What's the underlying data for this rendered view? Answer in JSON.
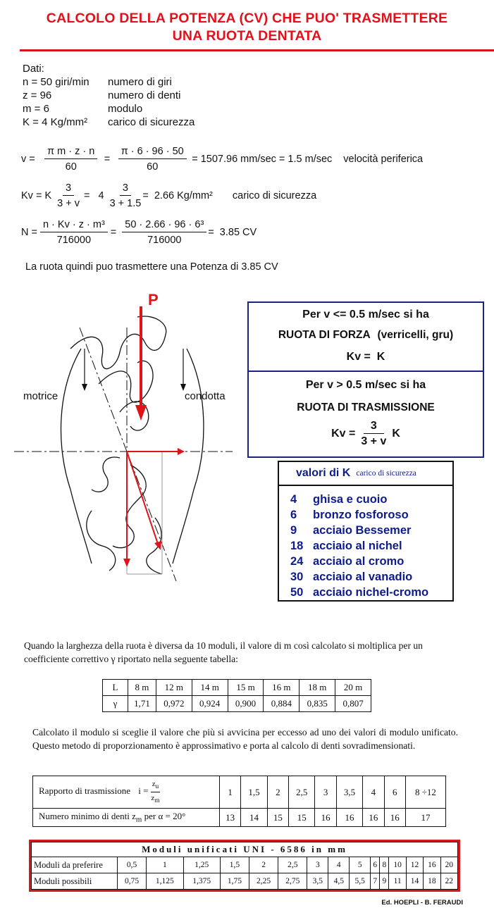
{
  "title": {
    "line1": "CALCOLO DELLA POTENZA (CV) CHE PUO' TRASMETTERE",
    "line2": "UNA RUOTA DENTATA"
  },
  "dati": {
    "heading": "Dati:",
    "rows": [
      {
        "k": "n = 50 giri/min",
        "v": "numero di giri"
      },
      {
        "k": "z = 96",
        "v": "numero di denti"
      },
      {
        "k": "m = 6",
        "v": "modulo"
      },
      {
        "k": "K  = 4 Kg/mm²",
        "v": "carico di sicurezza"
      }
    ]
  },
  "eq_v": {
    "lhs": "v =",
    "num1": "π  m · z · n",
    "den1": "60",
    "eq": "=",
    "num2": "π · 6 · 96 · 50",
    "den2": "60",
    "result": "= 1507.96 mm/sec = 1.5 m/sec",
    "note": "velocità periferica"
  },
  "eq_kv": {
    "lhs": "Kv =  K",
    "num1": "3",
    "den1": "3 + v",
    "mid": "=   4",
    "num2": "3",
    "den2": "3 + 1.5",
    "result": "=  2.66 Kg/mm²",
    "note": "carico di sicurezza"
  },
  "eq_n": {
    "lhs": "N =",
    "num1": "n · Kv · z · m³",
    "den1": "716000",
    "eq": "=",
    "num2": "50 · 2.66 · 96 · 6³",
    "den2": "716000",
    "result": "=  3.85 CV"
  },
  "conclusion": "La ruota quindi puo trasmettere una Potenza di 3.85 CV",
  "figure": {
    "force_label": "P",
    "left_label": "motrice",
    "right_label": "condotta",
    "colors": {
      "force": "#e0121a",
      "stroke": "#111111"
    }
  },
  "box_forza": {
    "cond": "Per v <= 0.5  m/sec   si ha",
    "name": "RUOTA DI FORZA",
    "paren": "(verricelli, gru)",
    "formula": "Kv =  K"
  },
  "box_trasm": {
    "cond": "Per v > 0.5  m/sec   si ha",
    "name": "RUOTA DI TRASMISSIONE",
    "lhs": "Kv =",
    "num": "3",
    "den": "3 + v",
    "rhs": "K"
  },
  "box_k": {
    "title": "valori di K",
    "subtitle": "carico di sicurezza",
    "items": [
      {
        "n": "4",
        "label": "ghisa e cuoio"
      },
      {
        "n": "6",
        "label": "bronzo fosforoso"
      },
      {
        "n": "9",
        "label": "acciaio Bessemer"
      },
      {
        "n": "18",
        "label": "acciaio al nichel"
      },
      {
        "n": "24",
        "label": "acciaio al cromo"
      },
      {
        "n": "30",
        "label": "acciaio al vanadio"
      },
      {
        "n": "50",
        "label": "acciaio nichel-cromo"
      }
    ]
  },
  "para1": "Quando la larghezza della ruota è diversa da 10 moduli, il valore di m così calcolato si moltiplica per un coefficiente correttivo γ riportato nella seguente tabella:",
  "gamma_table": {
    "row1": [
      "L",
      "8 m",
      "12 m",
      "14 m",
      "15 m",
      "16 m",
      "18 m",
      "20 m"
    ],
    "row2": [
      "γ",
      "1,71",
      "0,972",
      "0,924",
      "0,900",
      "0,884",
      "0,835",
      "0,807"
    ]
  },
  "para2": "Calcolato il modulo si sceglie il valore che più si avvicina per eccesso ad uno dei valori di modulo unificato. Questo metodo di proporzionamento è approssimativo e porta al calcolo di denti sovradimensionati.",
  "ratio_table": {
    "label1": "Rapporto di trasmissione",
    "i_lhs": "i =",
    "i_num": "z",
    "i_num_sub": "u",
    "i_den": "z",
    "i_den_sub": "m",
    "values1": [
      "1",
      "1,5",
      "2",
      "2,5",
      "3",
      "3,5",
      "4",
      "6",
      "8 ÷12"
    ],
    "label2": "Numero minimo di denti z",
    "label2_sub": "m",
    "label2_tail": " per α = 20°",
    "values2": [
      "13",
      "14",
      "15",
      "15",
      "16",
      "16",
      "16",
      "16",
      "17"
    ]
  },
  "uni_table": {
    "title": "Moduli unificati UNI - 6586 in  mm",
    "row1_label": "Moduli da preferire",
    "row1": [
      "0,5",
      "1",
      "1,25",
      "1,5",
      "2",
      "2,5",
      "3",
      "4",
      "5",
      "6",
      "8",
      "10",
      "12",
      "16",
      "20"
    ],
    "row2_label": "Moduli possibili",
    "row2": [
      "0,75",
      "1,125",
      "1,375",
      "1,75",
      "2,25",
      "2,75",
      "3,5",
      "4,5",
      "5,5",
      "7",
      "9",
      "11",
      "14",
      "18",
      "22"
    ],
    "border_color": "#d5161c"
  },
  "footer": "Ed. HOEPLI - B. FERAUDI"
}
